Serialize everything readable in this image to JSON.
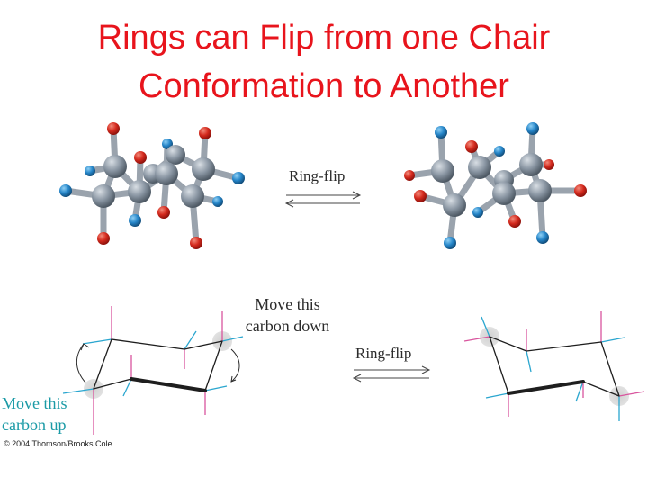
{
  "slide": {
    "title_line_1": "Rings can Flip from one Chair",
    "title_line_2": "Conformation to Another"
  },
  "labels": {
    "ring_flip_top": "Ring-flip",
    "ring_flip_bottom": "Ring-flip",
    "move_down_line_1": "Move this",
    "move_down_line_2": "carbon down",
    "move_up_line_1": "Move this",
    "move_up_line_2": "carbon up"
  },
  "credit": "© 2004 Thomson/Brooks Cole",
  "colors": {
    "title": "#e8141c",
    "carbon": "#8a96a3",
    "axial_atom": "#d42a1e",
    "equatorial_atom": "#2585c8",
    "axial_bond": "#d9559e",
    "equatorial_bond": "#2aa6cf",
    "teal_label": "#1a9aa6"
  }
}
